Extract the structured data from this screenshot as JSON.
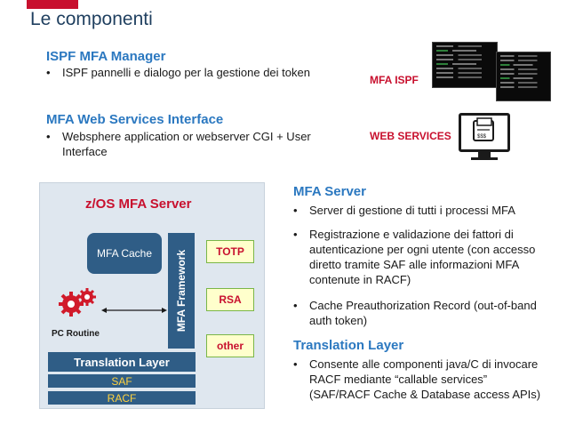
{
  "slide": {
    "title": "Le componenti"
  },
  "sections": {
    "ispf": {
      "title": "ISPF MFA Manager",
      "bullet": "ISPF pannelli e dialogo per la gestione dei token"
    },
    "webservices": {
      "title": "MFA Web Services Interface",
      "bullet": "Websphere application or webserver CGI + User Interface"
    },
    "server": {
      "title": "MFA Server",
      "bullets": [
        "Server di gestione di tutti i processi MFA",
        "Registrazione e validazione dei fattori di autenticazione per ogni utente (con accesso diretto tramite SAF alle informazioni MFA contenute in RACF)",
        "Cache Preauthorization Record (out-of-band auth token)"
      ]
    },
    "translation": {
      "title": "Translation Layer",
      "bullet": "Consente alle componenti java/C di invocare RACF mediante “callable services”  (SAF/RACF Cache & Database access APIs)"
    }
  },
  "labels": {
    "mfa_ispf": "MFA ISPF",
    "web_services": "WEB SERVICES"
  },
  "diagram": {
    "title": "z/OS MFA Server",
    "cache": "MFA Cache",
    "framework": "MFA Framework",
    "algorithms": [
      "TOTP",
      "RSA",
      "other"
    ],
    "pc_routine": "PC Routine",
    "translation_layer": "Translation Layer",
    "saf": "SAF",
    "racf": "RACF"
  },
  "colors": {
    "accent": "#c8102e",
    "heading_blue": "#2b78c0",
    "box_blue": "#2f5d86",
    "diagram_bg": "#dfe7ef"
  }
}
